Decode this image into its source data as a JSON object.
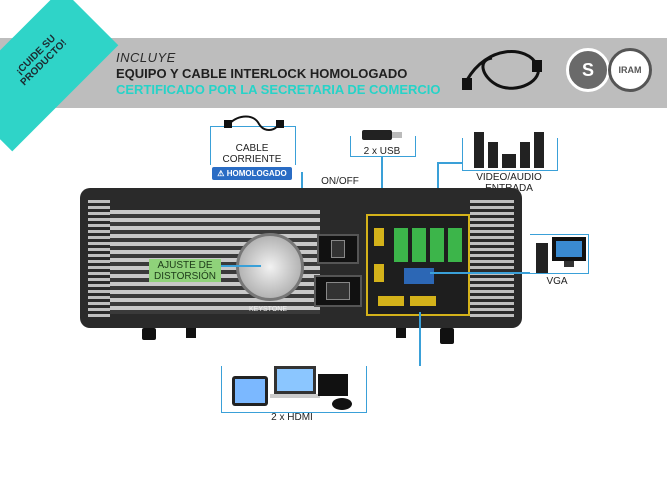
{
  "banner": {
    "corner_text": "¡CUIDE SU PRODUCTO!",
    "includes": "INCLUYE",
    "line1": "EQUIPO Y CABLE INTERLOCK HOMOLOGADO",
    "line2": "CERTIFICADO POR LA SECRETARIA DE COMERCIO",
    "badge_s": "S",
    "badge_iram": "IRAM"
  },
  "labels": {
    "cable_corriente": "CABLE\nCORRIENTE",
    "homologado": "HOMOLOGADO",
    "on_off": "ON/OFF",
    "usb": "2 x USB",
    "video_audio": "VIDEO/AUDIO\nENTRADA",
    "vga": "VGA",
    "hdmi": "2 x HDMI",
    "distortion": "AJUSTE DE\nDISTORSIÓN",
    "keystone": "KEYSTONE"
  },
  "colors": {
    "banner_bg": "#bdbdbd",
    "accent": "#26d3c8",
    "leader": "#3aa0d8",
    "homologado_bg": "#2a6cc4"
  }
}
